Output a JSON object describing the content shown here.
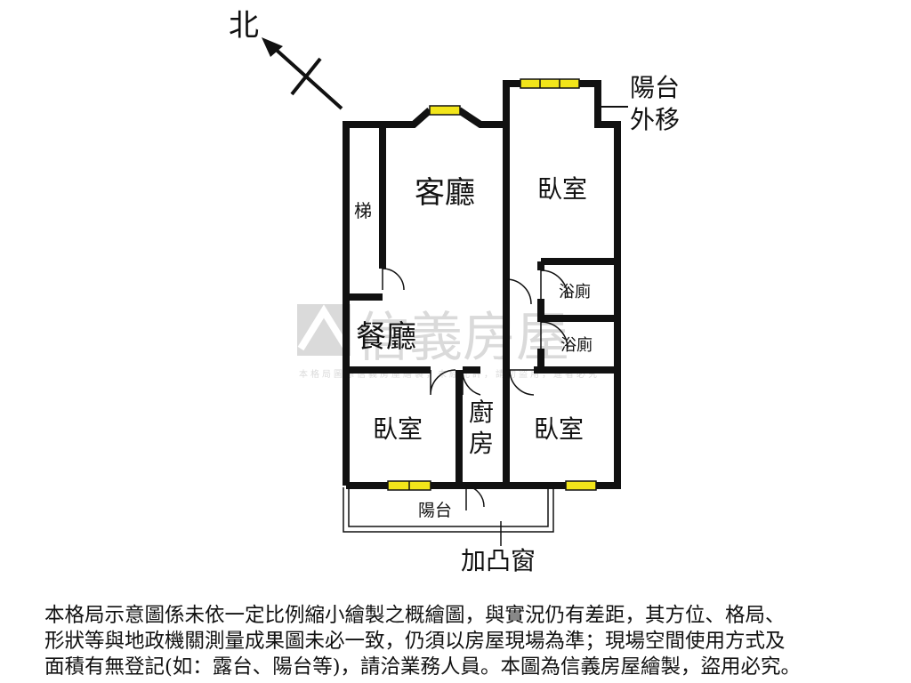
{
  "compass": {
    "label": "北"
  },
  "rooms": {
    "living_room": "客廳",
    "dining_room": "餐廳",
    "stairs": "梯",
    "bedroom_top_right": "臥室",
    "bedroom_bottom_left": "臥室",
    "bedroom_bottom_right": "臥室",
    "bathroom_upper": "浴廁",
    "bathroom_lower": "浴廁",
    "kitchen_line1": "廚",
    "kitchen_line2": "房",
    "balcony": "陽台"
  },
  "annotations": {
    "balcony_moved_line1": "陽台",
    "balcony_moved_line2": "外移",
    "bay_window": "加凸窗"
  },
  "watermark": {
    "brand": "信義房屋",
    "small_text": "本格局圖係信義房屋繪製，未經允許，請勿盜用，違者必究"
  },
  "notice": {
    "line1": "本格局示意圖係未依一定比例縮小繪製之概繪圖，與實況仍有差距，其方位、格局、",
    "line2": "形狀等與地政機關測量成果圖未必一致，仍須以房屋現場為準；現場空間使用方式及",
    "line3": "面積有無登記(如：露台、陽台等)，請洽業務人員。本圖為信義房屋繪製，盜用必究。"
  },
  "colors": {
    "wall": "#111111",
    "window": "#f2e51a",
    "watermark": "#c8c8c8"
  }
}
